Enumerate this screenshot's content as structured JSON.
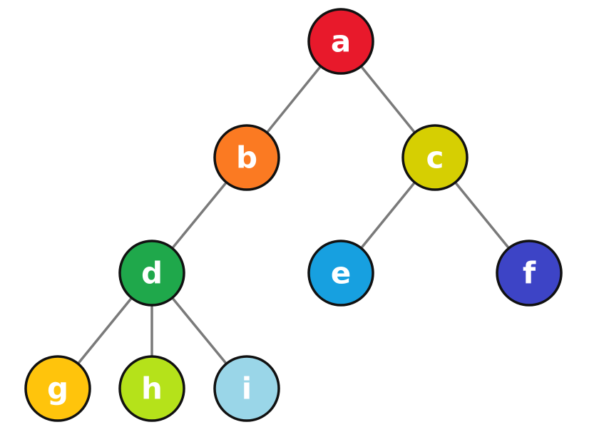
{
  "nodes": [
    {
      "id": "a",
      "label": "a",
      "color": "#e8192b"
    },
    {
      "id": "b",
      "label": "b",
      "color": "#fb7a22"
    },
    {
      "id": "c",
      "label": "c",
      "color": "#d6cf02"
    },
    {
      "id": "d",
      "label": "d",
      "color": "#1fa84b"
    },
    {
      "id": "e",
      "label": "e",
      "color": "#17a0e0"
    },
    {
      "id": "f",
      "label": "f",
      "color": "#3d44c6"
    },
    {
      "id": "g",
      "label": "g",
      "color": "#ffc40c"
    },
    {
      "id": "h",
      "label": "h",
      "color": "#b5e21a"
    },
    {
      "id": "i",
      "label": "i",
      "color": "#9ad6e8"
    }
  ],
  "edges": [
    {
      "from": "a",
      "to": "b"
    },
    {
      "from": "a",
      "to": "c"
    },
    {
      "from": "b",
      "to": "d"
    },
    {
      "from": "c",
      "to": "e"
    },
    {
      "from": "c",
      "to": "f"
    },
    {
      "from": "d",
      "to": "g"
    },
    {
      "from": "d",
      "to": "h"
    },
    {
      "from": "d",
      "to": "i"
    }
  ]
}
